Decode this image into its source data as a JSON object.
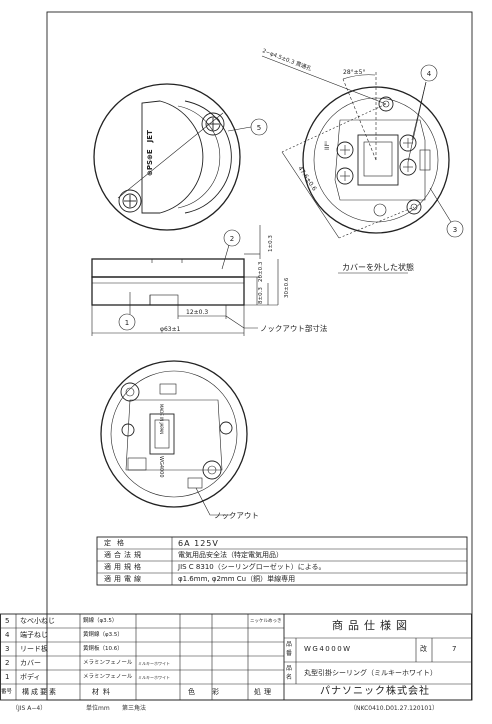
{
  "drawing": {
    "top_view": {
      "mark_label": "⊕PS⊕E　JET",
      "hole_note": "2−φ4.5±0.3 貫通孔"
    },
    "side_view": {
      "dim_width": "φ63±1",
      "dim_knockout": "12±0.3",
      "dim_cap": "1±0.3",
      "dim_height1": "20±0.3",
      "dim_height2": "8±0.3",
      "dim_total": "30±0.6",
      "knockout_note": "ノックアウト部寸法"
    },
    "cover_view": {
      "angle": "28°±5°",
      "pitch": "47.6±0.6",
      "mark": "IIIᴵᴵᴵ",
      "caption": "カバーを外した状態"
    },
    "bottom_view": {
      "mark": "WG4000",
      "made_in": "MADE IN JAPAN",
      "knockout_caption": "ノックアウト"
    },
    "callouts": [
      "1",
      "2",
      "3",
      "4",
      "5"
    ]
  },
  "specs": [
    {
      "label": "定格",
      "value": "6A 125V"
    },
    {
      "label": "適合法規",
      "value": "電気用品安全法（特定電気用品）"
    },
    {
      "label": "適用規格",
      "value": "JIS C 8310（シーリングローゼット）による。"
    },
    {
      "label": "適用電線",
      "value": "φ1.6mm, φ2mm Cu（銅）単線専用"
    }
  ],
  "parts": {
    "header": [
      "番号",
      "構成要素",
      "材料",
      "色",
      "彩",
      "処理"
    ],
    "rows": [
      {
        "no": "5",
        "name": "なべ小ねじ",
        "material": "鋼線（φ3.5）",
        "color": "",
        "finish": "ニッケルめっき"
      },
      {
        "no": "4",
        "name": "端子ねじ",
        "material": "黄銅線（φ3.5）",
        "color": "",
        "finish": ""
      },
      {
        "no": "3",
        "name": "リード板",
        "material": "黄銅板（10.6）",
        "color": "",
        "finish": ""
      },
      {
        "no": "2",
        "name": "カバー",
        "material": "メラミンフェノール",
        "color": "ミルキーホワイト",
        "finish": ""
      },
      {
        "no": "1",
        "name": "ボディ",
        "material": "メラミンフェノール",
        "color": "ミルキーホワイト",
        "finish": ""
      }
    ]
  },
  "title_block": {
    "heading": "商品仕様図",
    "hinban_label": "品番",
    "hinban_value": "WG4000W",
    "rev_label": "改",
    "rev_value": "7",
    "hinmei_label": "品名",
    "hinmei_value": "丸型引掛シーリング（ミルキーホワイト）",
    "company": "パナソニック株式会社"
  },
  "footer": {
    "size": "（JIS A−4）",
    "unit": "単位mm",
    "projection": "第三角法",
    "doc_no": "（NKC0410.D01.27.120101）"
  }
}
